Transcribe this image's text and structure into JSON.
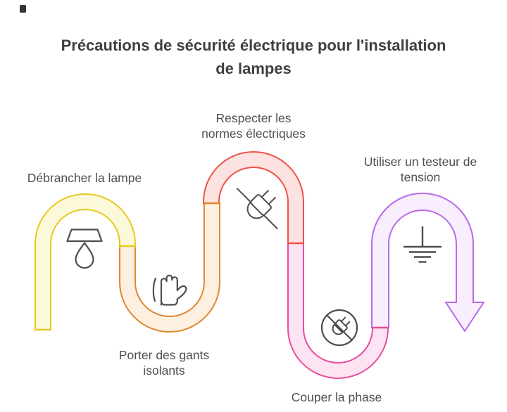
{
  "title": {
    "text": "Précautions de sécurité électrique pour l'installation de lampes",
    "lines": [
      "Précautions de sécurité électrique pour l'installation",
      "de lampes"
    ]
  },
  "icon_color": "#4d4d4d",
  "text_color": "#4f4f4f",
  "steps": [
    {
      "label": "Débrancher la lampe",
      "lines": [
        "Débrancher la lampe"
      ],
      "icon": "lamp-icon",
      "color": "#e8c91d",
      "fill": "#fcf8da"
    },
    {
      "label": "Porter des gants isolants",
      "lines": [
        "Porter des gants",
        "isolants"
      ],
      "icon": "safety-glove-icon",
      "color": "#e0862f",
      "fill": "#fdf0e1"
    },
    {
      "label": "Respecter les normes électriques",
      "lines": [
        "Respecter les",
        "normes électriques"
      ],
      "icon": "plug-cable-icon",
      "color": "#f05149",
      "fill": "#fce2e1"
    },
    {
      "label": "Couper la phase",
      "lines": [
        "Couper la phase"
      ],
      "icon": "plug-off-icon",
      "color": "#ea4b9f",
      "fill": "#fde4f2"
    },
    {
      "label": "Utiliser un testeur de tension",
      "lines": [
        "Utiliser un testeur de",
        "tension"
      ],
      "icon": "ground-symbol-icon",
      "color": "#b76ae8",
      "fill": "#f8eefd"
    }
  ]
}
